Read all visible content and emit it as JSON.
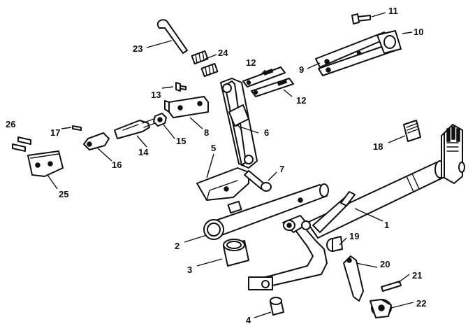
{
  "colors": {
    "ink": "#111111",
    "paper": "#ffffff"
  },
  "callouts": {
    "c1": "1",
    "c2": "2",
    "c3": "3",
    "c4": "4",
    "c5": "5",
    "c6": "6",
    "c7": "7",
    "c8": "8",
    "c9": "9",
    "c10": "10",
    "c11": "11",
    "c12a": "12",
    "c12b": "12",
    "c13": "13",
    "c14": "14",
    "c15": "15",
    "c16": "16",
    "c17": "17",
    "c18": "18",
    "c19": "19",
    "c20": "20",
    "c21": "21",
    "c22": "22",
    "c23": "23",
    "c24": "24",
    "c25": "25",
    "c26": "26"
  }
}
